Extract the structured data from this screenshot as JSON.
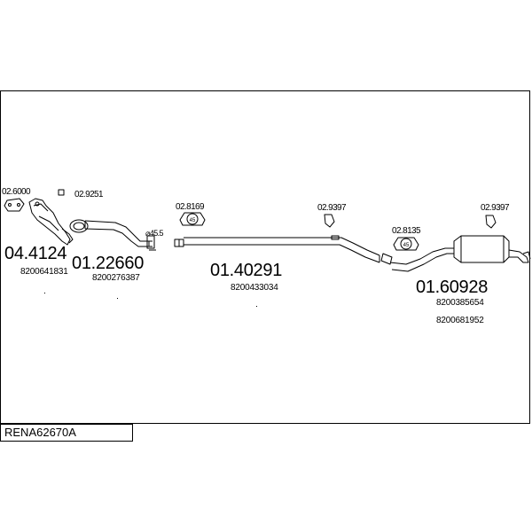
{
  "diagram_code": "RENA62670A",
  "parts": [
    {
      "id": "front",
      "ref": "04.4124",
      "oe": [
        "8200641831"
      ]
    },
    {
      "id": "mid1",
      "ref": "01.22660",
      "oe": [
        "8200276387"
      ]
    },
    {
      "id": "mid2",
      "ref": "01.40291",
      "oe": [
        "8200433034"
      ]
    },
    {
      "id": "rear",
      "ref": "01.60928",
      "oe": [
        "8200385654",
        "8200681952"
      ]
    }
  ],
  "fittings": [
    {
      "id": "gasket",
      "ref": "02.6000"
    },
    {
      "id": "ring",
      "ref": "02.9251"
    },
    {
      "id": "clamp1",
      "ref": "02.8169",
      "size": "45"
    },
    {
      "id": "hanger1",
      "ref": "02.9397"
    },
    {
      "id": "clamp2",
      "ref": "02.8135",
      "size": "45"
    },
    {
      "id": "hanger2",
      "ref": "02.9397"
    }
  ],
  "pipe_diameter_label": "⌀45.5",
  "colors": {
    "line": "#000000",
    "background": "#ffffff"
  }
}
